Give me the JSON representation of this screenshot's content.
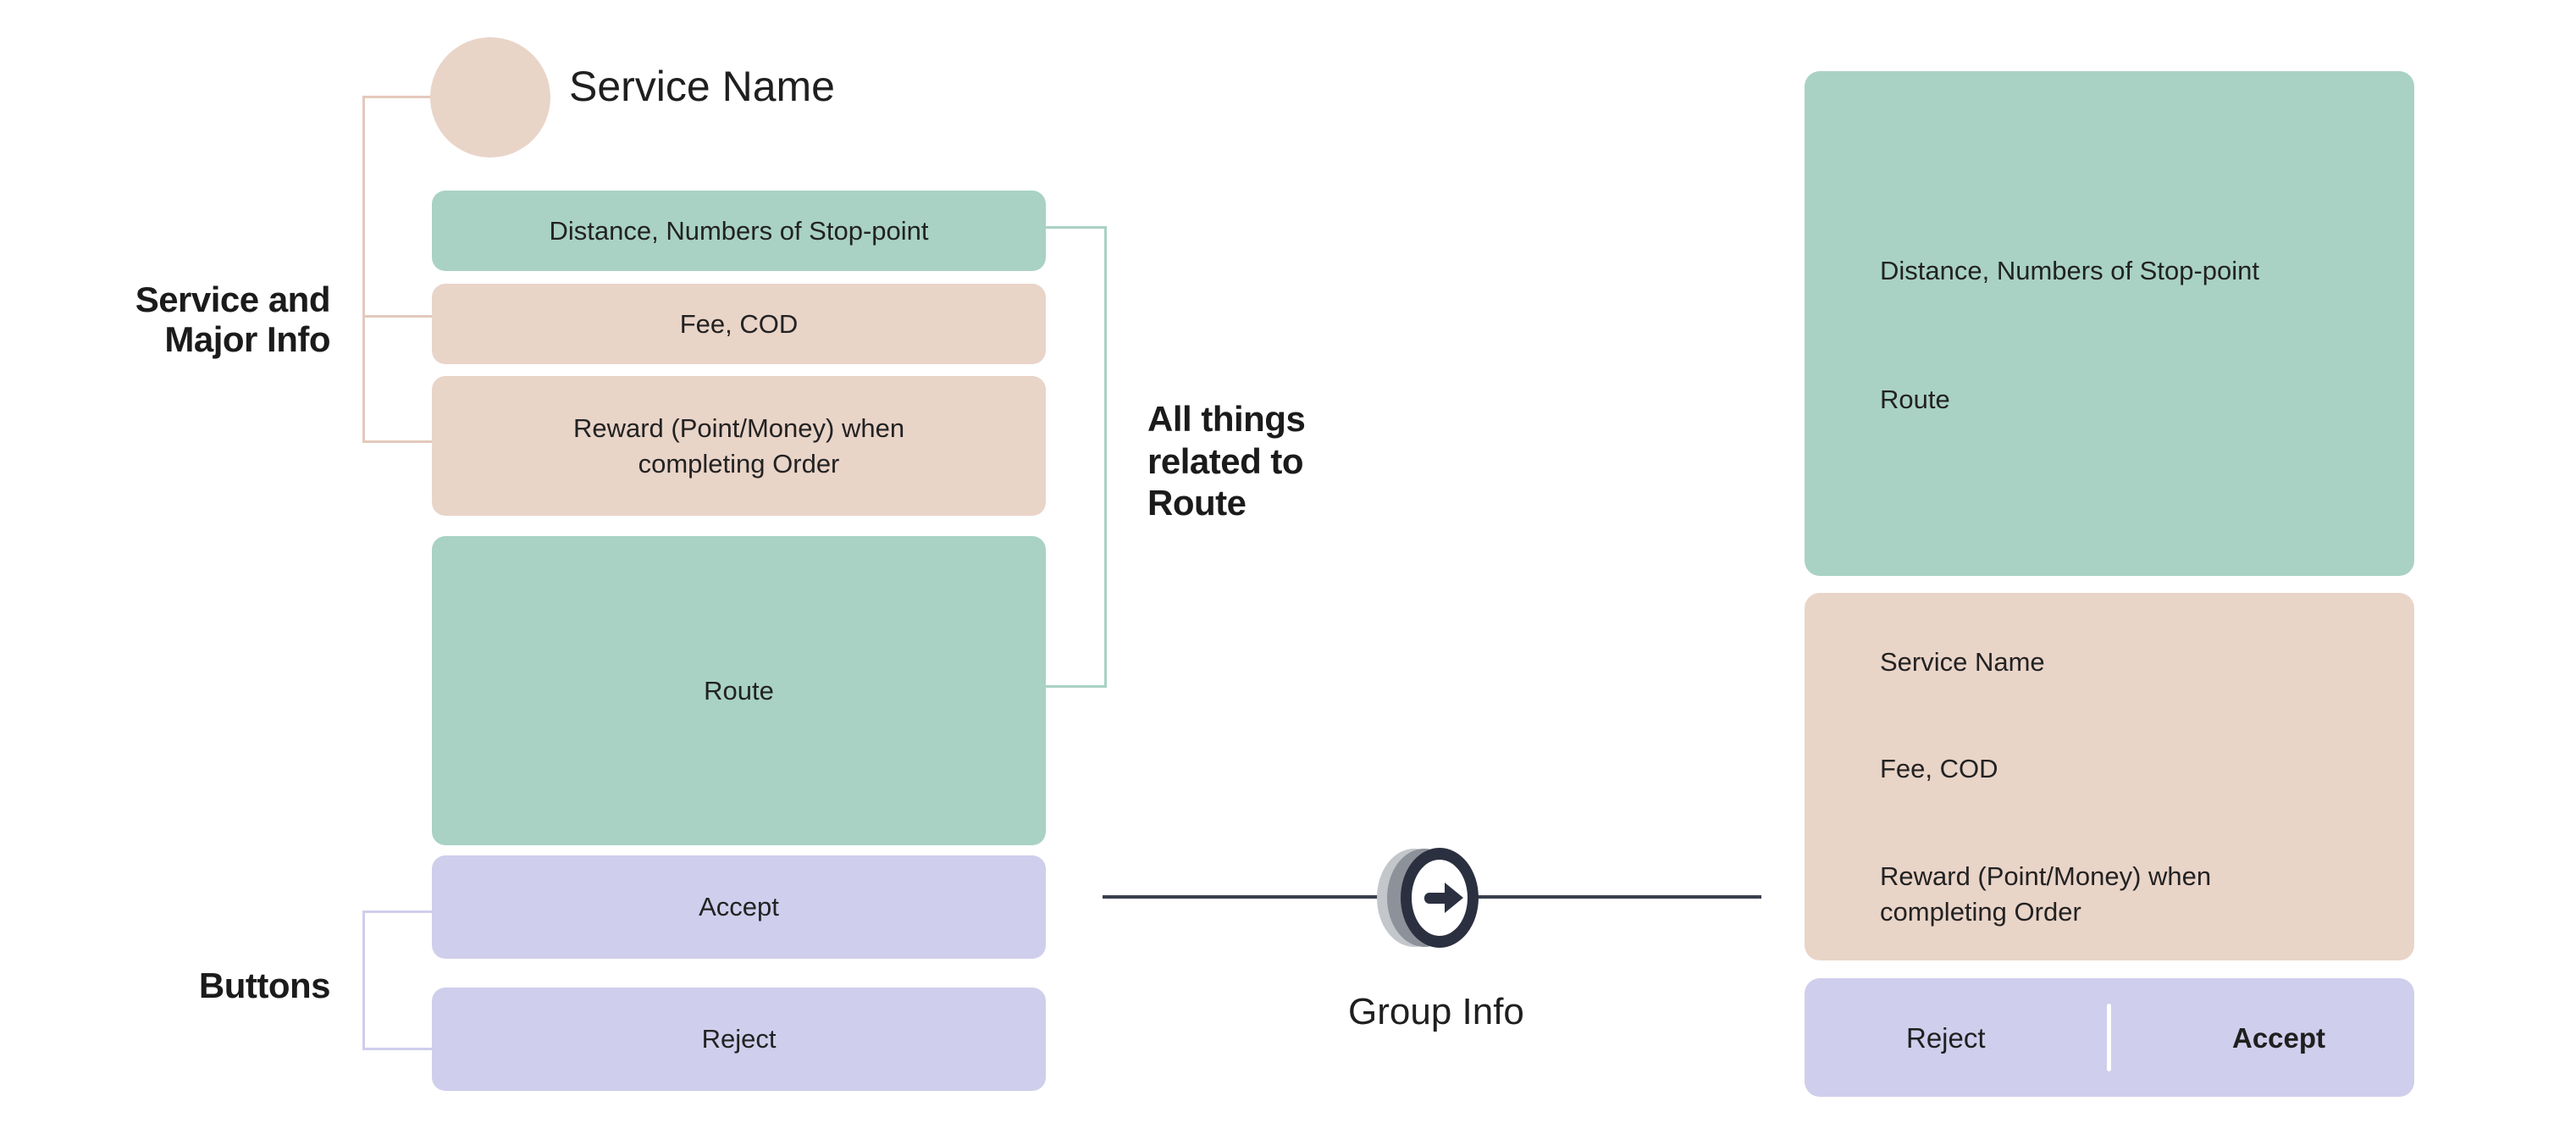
{
  "annotations": {
    "service_major_info": "Service and\nMajor Info",
    "buttons": "Buttons",
    "route_related": "All things\nrelated to\nRoute",
    "group_info": "Group Info"
  },
  "left_column": {
    "service_name": "Service Name",
    "cards": [
      {
        "label": "Distance, Numbers of Stop-point",
        "color": "#A9D2C4",
        "variant": "green"
      },
      {
        "label": "Fee, COD",
        "color": "#E9D4C8",
        "variant": "pink"
      },
      {
        "label": "Reward (Point/Money) when completing Order",
        "color": "#E9D4C8",
        "variant": "pink"
      },
      {
        "label": "Route",
        "color": "#A9D2C4",
        "variant": "green"
      },
      {
        "label": "Accept",
        "color": "#CFCEEC",
        "variant": "purple"
      },
      {
        "label": "Reject",
        "color": "#CFCEEC",
        "variant": "purple"
      }
    ]
  },
  "right_panel": {
    "route_card": {
      "color": "#A9D2C4",
      "lines": [
        "Distance, Numbers of Stop-point",
        "Route"
      ]
    },
    "info_card": {
      "color": "#E9D4C8",
      "lines": [
        "Service Name",
        "Fee, COD",
        "Reward (Point/Money) when completing Order"
      ]
    },
    "action_bar": {
      "color": "#CFCEEC",
      "reject_label": "Reject",
      "accept_label": "Accept"
    }
  },
  "icons": {
    "arrow_right_circle": "arrow-right-circle-icon"
  },
  "colors": {
    "green": "#A9D2C4",
    "pink": "#E9D4C8",
    "purple": "#CFCEEC",
    "bracket_pink": "#E4C9BC",
    "bracket_purple": "#CFCEEC",
    "bracket_green": "#A9D2C4",
    "divider_navy": "#3A3F4F",
    "icon_dark": "#2B3040",
    "icon_mid_gray": "#8D9199",
    "icon_light_gray": "#C3C6CB",
    "background": "#FFFFFF"
  }
}
